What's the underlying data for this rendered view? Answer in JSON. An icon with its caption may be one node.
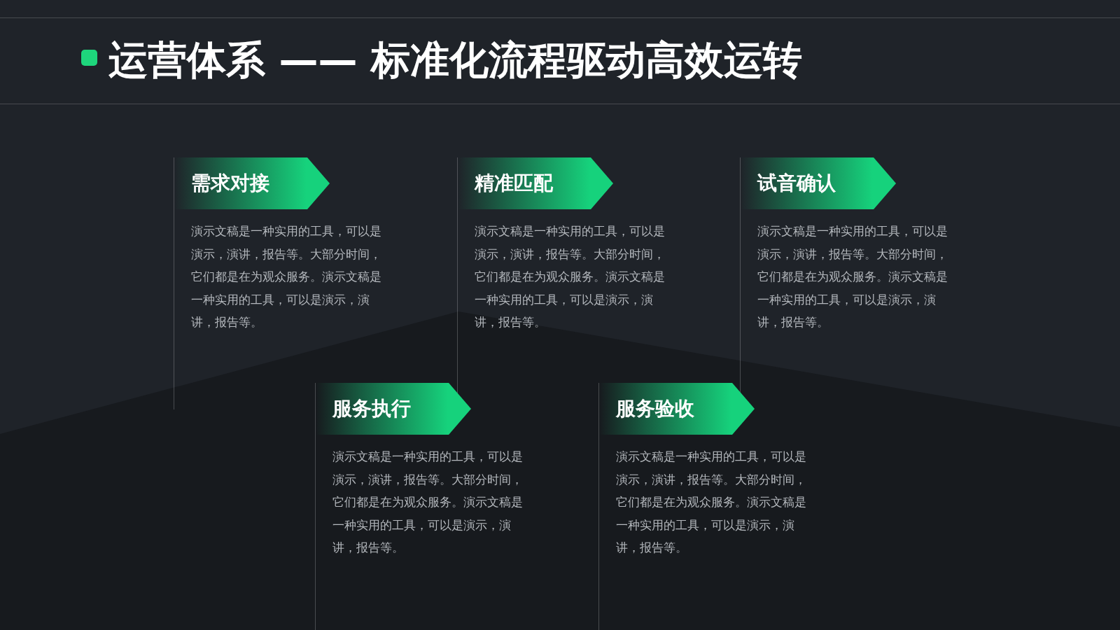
{
  "diagram": {
    "title": "运营体系 —— 标准化流程驱动高效运转",
    "nodes": [
      {
        "text": [
          "需求对接",
          "演示文稿是一种实用的工具，可以是演示，演讲，报告等。大部分时间，它们都是在为观众服务。演示文稿是一种实用的工具，可以是演示，演讲，报告等。"
        ]
      },
      {
        "text": [
          "精准匹配",
          "演示文稿是一种实用的工具，可以是演示，演讲，报告等。大部分时间，它们都是在为观众服务。演示文稿是一种实用的工具，可以是演示，演讲，报告等。"
        ]
      },
      {
        "text": [
          "试音确认",
          "演示文稿是一种实用的工具，可以是演示，演讲，报告等。大部分时间，它们都是在为观众服务。演示文稿是一种实用的工具，可以是演示，演讲，报告等。"
        ]
      },
      {
        "text": [
          "服务执行",
          "演示文稿是一种实用的工具，可以是演示，演讲，报告等。大部分时间，它们都是在为观众服务。演示文稿是一种实用的工具，可以是演示，演讲，报告等。"
        ]
      },
      {
        "text": [
          "服务验收",
          "演示文稿是一种实用的工具，可以是演示，演讲，报告等。大部分时间，它们都是在为观众服务。演示文稿是一种实用的工具，可以是演示，演讲，报告等。"
        ]
      }
    ]
  }
}
